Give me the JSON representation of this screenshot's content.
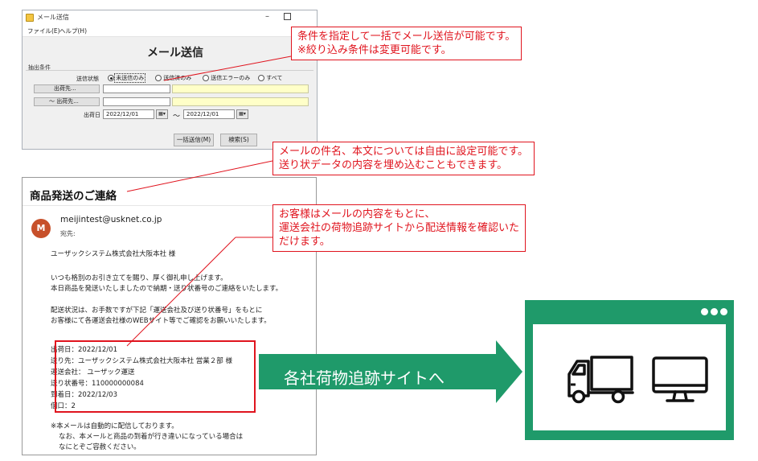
{
  "window": {
    "title": "メール送信",
    "min_glyph": "–",
    "menu": [
      "ファイル(E)",
      "ヘルプ(H)"
    ],
    "heading": "メール送信",
    "group_label": "抽出条件",
    "status_label": "送信状態",
    "radios": [
      "未送信のみ",
      "送信済のみ",
      "送信エラーのみ",
      "すべて"
    ],
    "btn_shipper": "出荷先...",
    "btn_shipper2": "～ 出荷先...",
    "date_label": "出荷日",
    "date_from": "2022/12/01",
    "date_to": "2022/12/01",
    "tilde": "～",
    "bulk_send_button": "一括送信(M)",
    "search_button": "検索(S)"
  },
  "email": {
    "subject": "商品発送のご連絡",
    "avatar_letter": "M",
    "sender": "meijintest@usknet.co.jp",
    "to_label": "宛先:",
    "lines": {
      "greeting": "ユーザックシステム株式会社大阪本社 様",
      "p1a": "いつも格別のお引き立てを賜り、厚く御礼申し上げます。",
      "p1b": "本日商品を発送いたしましたので納期・送り状番号のご連絡をいたします。",
      "p2a": "配送状況は、お手数ですが下記「運送会社及び送り状番号」をもとに",
      "p2b": "お客様にて各運送会社様のWEBサイト等でご確認をお願いいたします。",
      "ship_date": "出荷日：2022/12/01",
      "ship_to": "送り先：ユーザックシステム株式会社大阪本社 営業２部 様",
      "carrier": "運送会社： ユーザック運送",
      "tracking": "送り状番号：110000000084",
      "arrival": "到着日：2022/12/03",
      "pieces": "個口：2",
      "note1": "※本メールは自動的に配信しております。",
      "note2": "なお、本メールと商品の到着が行き違いになっている場合は",
      "note3": "なにとぞご容赦ください。"
    }
  },
  "callouts": {
    "c1_line1": "条件を指定して一括でメール送信が可能です。",
    "c1_line2": "※絞り込み条件は変更可能です。",
    "c2_line1": "メールの件名、本文については自由に設定可能です。",
    "c2_line2": "送り状データの内容を埋め込むこともできます。",
    "c3_line1": "お客様はメールの内容をもとに、",
    "c3_line2": "運送会社の荷物追跡サイトから配送情報を確認いた",
    "c3_line3": "だけます。"
  },
  "arrow_label": "各社荷物追跡サイトへ",
  "icons": [
    "truck-icon",
    "monitor-icon"
  ],
  "colors": {
    "accent_red": "#e0141e",
    "arrow_green": "#1f9a6a",
    "avatar": "#c7502a"
  }
}
